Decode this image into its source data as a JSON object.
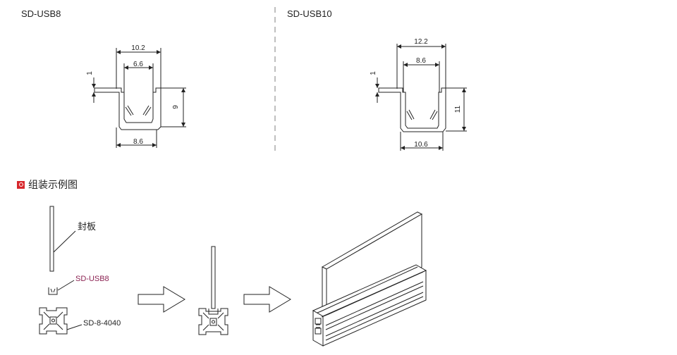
{
  "titles": {
    "left": "SD-USB8",
    "right": "SD-USB10"
  },
  "usb8_dims": {
    "top_width": "10.2",
    "inner_width": "6.6",
    "lip": "1",
    "height": "9",
    "bottom_width": "8.6"
  },
  "usb10_dims": {
    "top_width": "12.2",
    "inner_width": "8.6",
    "lip": "1",
    "height": "11",
    "bottom_width": "10.6"
  },
  "section": {
    "title": "组装示例图"
  },
  "assembly": {
    "panel_label": "封板",
    "usb_label": "SD-USB8",
    "profile_label": "SD-8-4040"
  },
  "colors": {
    "accent": "#d7262b",
    "usb_label": "#8b2252",
    "line": "#222222"
  }
}
